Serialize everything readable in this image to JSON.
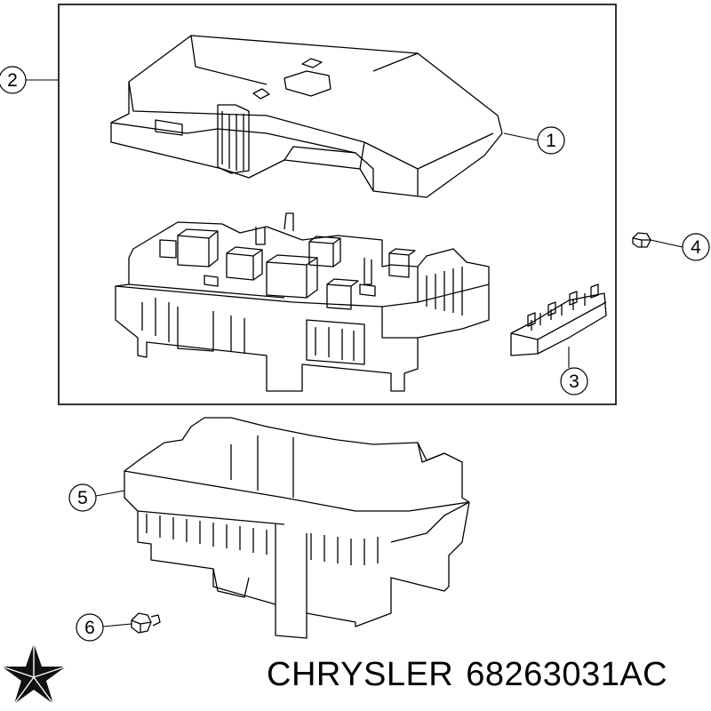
{
  "callouts": [
    {
      "id": "1",
      "label": "1"
    },
    {
      "id": "2",
      "label": "2"
    },
    {
      "id": "3",
      "label": "3"
    },
    {
      "id": "4",
      "label": "4"
    },
    {
      "id": "5",
      "label": "5"
    },
    {
      "id": "6",
      "label": "6"
    }
  ],
  "brand": {
    "name": "CHRYSLER",
    "part_number": "68263031AC",
    "logo_icon": "chrysler-pentastar-icon"
  },
  "colors": {
    "line": "#000000",
    "background": "#ffffff",
    "logo": "#111111"
  }
}
